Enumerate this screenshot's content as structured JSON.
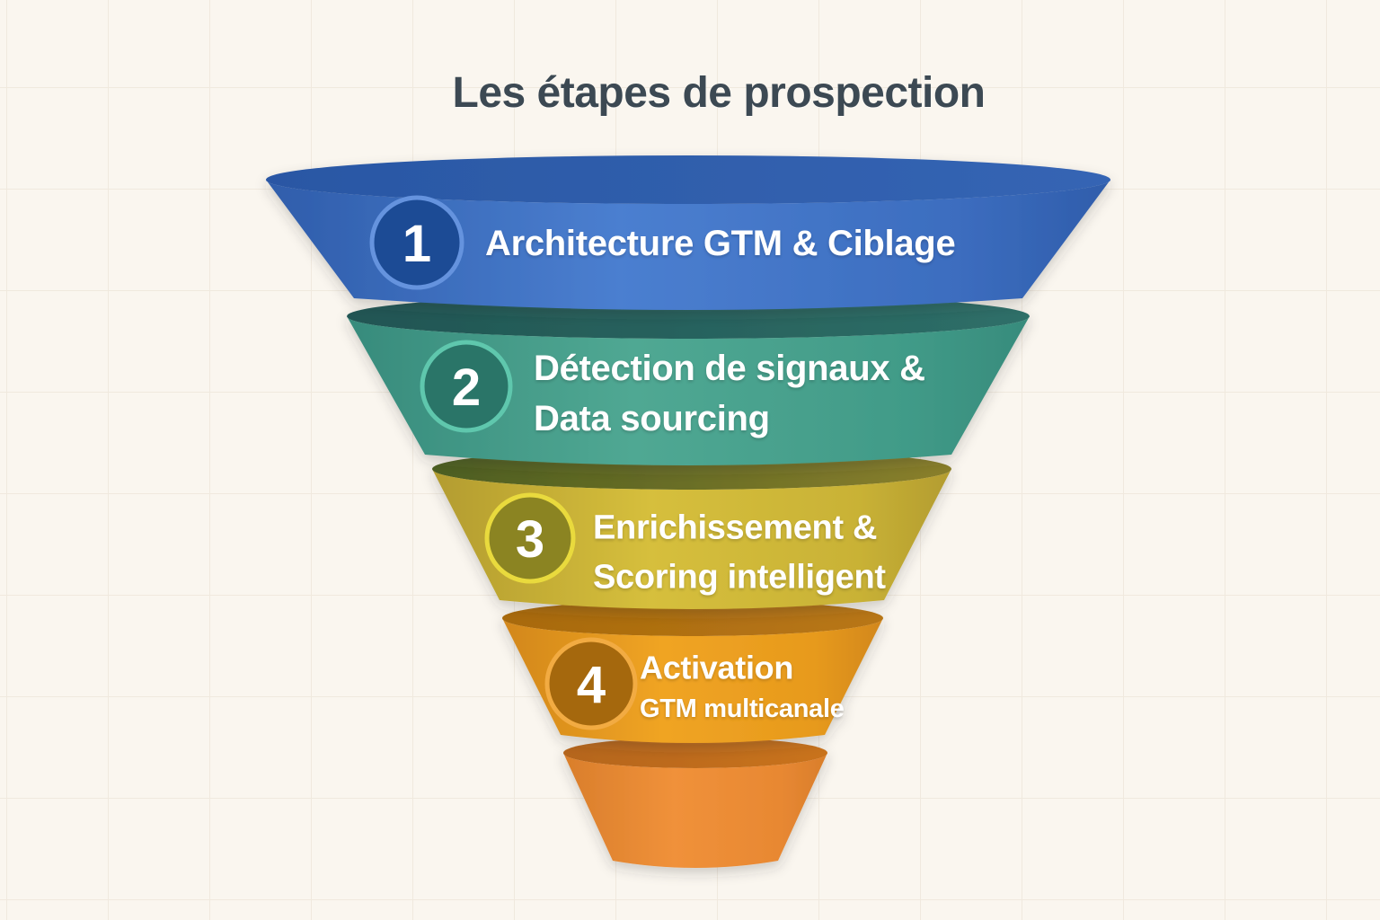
{
  "title": {
    "text": "Les étapes de prospection",
    "color": "#3c4953"
  },
  "background": {
    "canvas": "#faf6ef",
    "grid_line": "#f0e9de"
  },
  "funnel": {
    "stages": [
      {
        "number": "1",
        "label_lines": [
          "Architecture GTM & Ciblage"
        ],
        "colors": {
          "body_edge": "#2f5dab",
          "body_light": "#4b7fd0",
          "body_mid": "#3c6dbf",
          "rim_dark": "#2a57a4",
          "rim_light": "#3565b4",
          "badge_fill": "#1d4b95",
          "badge_ring": "#6593de"
        }
      },
      {
        "number": "2",
        "label_lines": [
          "Détection de signaux &",
          "Data sourcing"
        ],
        "colors": {
          "body_edge": "#378b7c",
          "body_light": "#50a893",
          "body_mid": "#419b88",
          "rim_dark": "#215553",
          "rim_light": "#2e6f68",
          "badge_fill": "#2a7568",
          "badge_ring": "#5fc7ad"
        }
      },
      {
        "number": "3",
        "label_lines": [
          "Enrichissement &",
          "Scoring intelligent"
        ],
        "colors": {
          "body_edge": "#b39c2f",
          "body_light": "#d6bf3c",
          "body_mid": "#c9b236",
          "rim_dark": "#4c5e20",
          "rim_light": "#8a7f2c",
          "badge_fill": "#8b8424",
          "badge_ring": "#e9da3e"
        }
      },
      {
        "number": "4",
        "label_lines": [
          "Activation",
          "GTM multicanale"
        ],
        "colors": {
          "body_edge": "#d2871b",
          "body_light": "#f0a423",
          "body_mid": "#e79a1d",
          "rim_dark": "#a86a0f",
          "rim_light": "#b87614",
          "badge_fill": "#a5680e",
          "badge_ring": "#f2ab43"
        }
      },
      {
        "number": null,
        "label_lines": [],
        "colors": {
          "body_edge": "#d97e2b",
          "body_light": "#f0913a",
          "body_mid": "#e88832",
          "rim_dark": "#b5651d",
          "rim_light": "#c9731f"
        }
      }
    ]
  }
}
